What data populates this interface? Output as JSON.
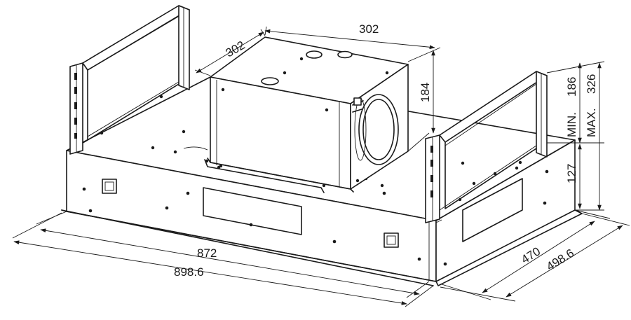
{
  "dimensions": {
    "box_depth": "302",
    "box_width": "302",
    "box_height": "184",
    "frame_min": "MIN.",
    "frame_min_value": "186",
    "frame_max": "MAX.",
    "frame_max_value": "326",
    "body_height": "127",
    "inner_width": "872",
    "outer_width": "898.6",
    "inner_depth": "470",
    "outer_depth": "498.6"
  },
  "colors": {
    "line": "#1a1a1a",
    "background": "#ffffff"
  }
}
